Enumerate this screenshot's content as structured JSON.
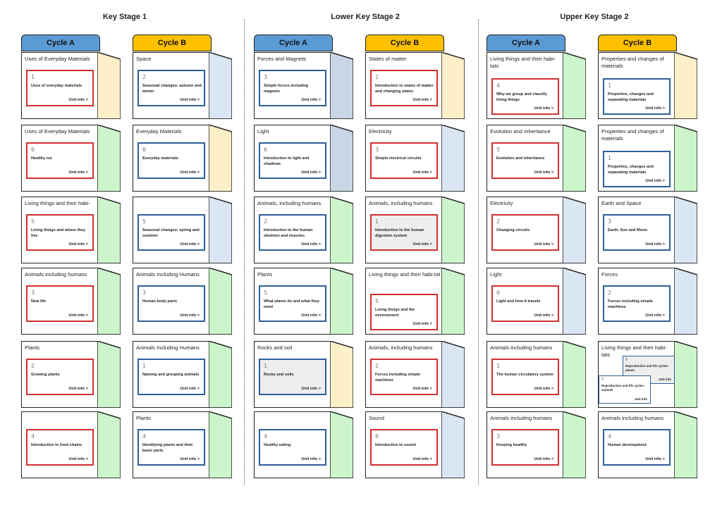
{
  "colors": {
    "cycle_a": "#5b9bd5",
    "cycle_b": "#ffc000",
    "tab_green": "#ccf5cc",
    "tab_blue": "#dbe6f4",
    "tab_yellow": "#fdf0c8",
    "tab_steel": "#c8d6e5",
    "red_border": "#d03030",
    "blue_border": "#2d5f9a"
  },
  "stages": [
    {
      "title": "Key Stage 1",
      "cycles": [
        {
          "label": "Cycle A",
          "cards": [
            {
              "title": "Uses of Everyday Materials",
              "tab": "yellow",
              "unit": {
                "num": "1",
                "name": "Uses of everyday materials",
                "info": "Unit info",
                "color": "red"
              }
            },
            {
              "title": "Uses of Everyday Materials",
              "tab": "green",
              "unit": {
                "num": "6",
                "name": "Healthy me",
                "info": "Unit info",
                "color": "red"
              }
            },
            {
              "title": "Living things and their habi-",
              "tab": "green",
              "unit": {
                "num": "5",
                "name": "Living things and where they live",
                "info": "Unit info",
                "color": "red"
              }
            },
            {
              "title": "Animals including humans",
              "tab": "green",
              "unit": {
                "num": "3",
                "name": "New life",
                "info": "Unit info",
                "color": "red"
              }
            },
            {
              "title": "Plants",
              "tab": "green",
              "unit": {
                "num": "2",
                "name": "Growing plants",
                "info": "Unit info",
                "color": "red"
              }
            },
            {
              "title": "",
              "tab": "green",
              "unit": {
                "num": "4",
                "name": "Introduction to food chains",
                "info": "Unit info",
                "color": "red"
              }
            }
          ]
        },
        {
          "label": "Cycle B",
          "cards": [
            {
              "title": "Space",
              "tab": "blue",
              "unit": {
                "num": "2",
                "name": "Seasonal changes: autumn and winter",
                "info": "Unit info",
                "color": "blue"
              }
            },
            {
              "title": "Everyday Materials",
              "tab": "yellow",
              "unit": {
                "num": "6",
                "name": "Everyday materials",
                "info": "Unit info",
                "color": "blue"
              }
            },
            {
              "title": "",
              "tab": "blue",
              "unit": {
                "num": "5",
                "name": "Seasonal changes: spring and summer",
                "info": "Unit info",
                "color": "blue"
              }
            },
            {
              "title": "Animals Including Humans",
              "tab": "green",
              "unit": {
                "num": "3",
                "name": "Human body parts",
                "info": "Unit info",
                "color": "blue"
              }
            },
            {
              "title": "Animals Including Humans",
              "tab": "green",
              "unit": {
                "num": "1",
                "name": "Naming and grouping animals",
                "info": "Unit info",
                "color": "blue"
              }
            },
            {
              "title": "Plants",
              "tab": "green",
              "unit": {
                "num": "4",
                "name": "Identifying plants and their basic parts",
                "info": "Unit info",
                "color": "blue"
              }
            }
          ]
        }
      ]
    },
    {
      "title": "Lower Key Stage 2",
      "cycles": [
        {
          "label": "Cycle A",
          "cards": [
            {
              "title": "Forces and Magnets",
              "tab": "steel",
              "unit": {
                "num": "3",
                "name": "Simple forces including magnets",
                "info": "Unit info",
                "color": "blue"
              }
            },
            {
              "title": "Light",
              "tab": "steel",
              "unit": {
                "num": "6",
                "name": "Introduction to light and shadows",
                "info": "Unit info",
                "color": "blue"
              }
            },
            {
              "title": "Animals, including humans",
              "tab": "green",
              "unit": {
                "num": "2",
                "name": "Introduction to the human skeleton and muscles",
                "info": "Unit info",
                "color": "blue"
              }
            },
            {
              "title": "Plants",
              "tab": "green",
              "unit": {
                "num": "5",
                "name": "What plants do and what they need",
                "info": "Unit info",
                "color": "blue"
              }
            },
            {
              "title": "Rocks and soil",
              "tab": "yellow",
              "unit": {
                "num": "1",
                "name": "Rocks and soils",
                "info": "Unit info",
                "color": "blue",
                "grey": true
              }
            },
            {
              "title": "",
              "tab": "green",
              "unit": {
                "num": "4",
                "name": "Healthy eating",
                "info": "Unit info",
                "color": "blue"
              }
            }
          ]
        },
        {
          "label": "Cycle B",
          "cards": [
            {
              "title": "States of matter",
              "tab": "yellow",
              "unit": {
                "num": "2",
                "name": "Introduction to states of matter and changing states",
                "info": "Unit info",
                "color": "red"
              }
            },
            {
              "title": "Electricity",
              "tab": "blue",
              "unit": {
                "num": "3",
                "name": "Simple electrical circuits",
                "info": "Unit info",
                "color": "red"
              }
            },
            {
              "title": "Animals, including humans",
              "tab": "green",
              "unit": {
                "num": "1",
                "name": "Introduction to the human digestive system",
                "info": "Unit info",
                "color": "red",
                "grey": true
              }
            },
            {
              "title": "Living things and their habi-tat",
              "tab": "green",
              "unit": {
                "num": "5",
                "name": "Living things and the environment",
                "info": "Unit info",
                "color": "red"
              }
            },
            {
              "title": "Animals, including humans",
              "tab": "blue",
              "unit": {
                "num": "2",
                "name": "Forces including simple machines",
                "info": "Unit info",
                "color": "red"
              }
            },
            {
              "title": "Sound",
              "tab": "blue",
              "unit": {
                "num": "6",
                "name": "Introduction to sound",
                "info": "Unit info",
                "color": "red"
              }
            }
          ]
        }
      ]
    },
    {
      "title": "Upper Key Stage 2",
      "cycles": [
        {
          "label": "Cycle A",
          "cards": [
            {
              "title": "Living things and their habi-tats",
              "tab": "green",
              "unit": {
                "num": "4",
                "name": "Why we group and classify living things",
                "info": "Unit info",
                "color": "red"
              }
            },
            {
              "title": "Evolution and Inheritance",
              "tab": "green",
              "unit": {
                "num": "5",
                "name": "Evolution and inheritance",
                "info": "Unit info",
                "color": "red"
              }
            },
            {
              "title": "Electricity",
              "tab": "blue",
              "unit": {
                "num": "2",
                "name": "Changing circuits",
                "info": "Unit info",
                "color": "red"
              }
            },
            {
              "title": "Light",
              "tab": "blue",
              "unit": {
                "num": "6",
                "name": "Light and how it travels",
                "info": "Unit info",
                "color": "red"
              }
            },
            {
              "title": "Animals including humans",
              "tab": "green",
              "unit": {
                "num": "1",
                "name": "The human circulatory system",
                "info": "Unit info",
                "color": "red"
              }
            },
            {
              "title": "Animals including humans",
              "tab": "green",
              "unit": {
                "num": "3",
                "name": "Keeping healthy",
                "info": "Unit info",
                "color": "red"
              }
            }
          ]
        },
        {
          "label": "Cycle B",
          "cards": [
            {
              "title": "Properties and changes of materials",
              "tab": "yellow",
              "unit": {
                "num": "1",
                "name": "Properties, changes and separating materials",
                "info": "Unit info",
                "color": "blue"
              }
            },
            {
              "title": "Properties and changes of materials",
              "tab": "green",
              "unit": {
                "num": "1",
                "name": "Properties, changes and separating materials",
                "info": "Unit info",
                "color": "blue"
              }
            },
            {
              "title": "Earth and Space",
              "tab": "blue",
              "unit": {
                "num": "3",
                "name": "Earth, Sun and Moon",
                "info": "Unit info",
                "color": "blue"
              }
            },
            {
              "title": "Forces",
              "tab": "blue",
              "unit": {
                "num": "2",
                "name": "Forces including simple machines",
                "info": "Unit info",
                "color": "blue"
              }
            },
            {
              "title": "Living things and their habi-tats",
              "tab": "green",
              "double": true,
              "units": [
                {
                  "num": "6",
                  "name": "Reproduction and life cycles: plants",
                  "info": "Unit info",
                  "grey": true
                },
                {
                  "num": "5",
                  "name": "Reproduction and life cycles: animals",
                  "info": "Unit info"
                }
              ]
            },
            {
              "title": "Animals including humans",
              "tab": "green",
              "unit": {
                "num": "4",
                "name": "Human development",
                "info": "Unit info",
                "color": "blue"
              }
            }
          ]
        }
      ]
    }
  ]
}
